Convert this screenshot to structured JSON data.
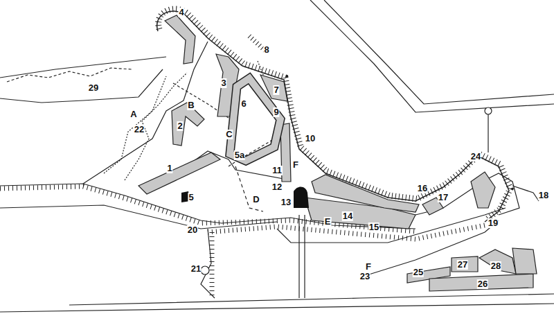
{
  "diagram": {
    "labels": [
      "4",
      "8",
      "29",
      "3",
      "7",
      "B",
      "6",
      "9",
      "A",
      "22",
      "2",
      "C",
      "10",
      "5a",
      "1",
      "F",
      "11",
      "24",
      "16",
      "17",
      "18",
      "D",
      "12",
      "13",
      "5",
      "E",
      "14",
      "15",
      "19",
      "20",
      "21",
      "F",
      "23",
      "25",
      "27",
      "28",
      "26"
    ]
  }
}
